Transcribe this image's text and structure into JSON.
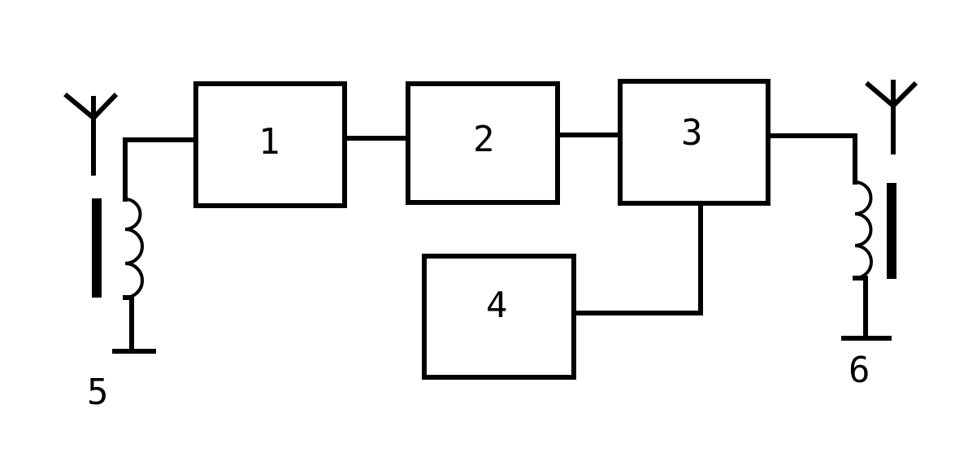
{
  "blocks": [
    {
      "label": "1"
    },
    {
      "label": "2"
    },
    {
      "label": "3"
    },
    {
      "label": "4"
    }
  ],
  "terminals": {
    "left_label": "5",
    "right_label": "6"
  }
}
